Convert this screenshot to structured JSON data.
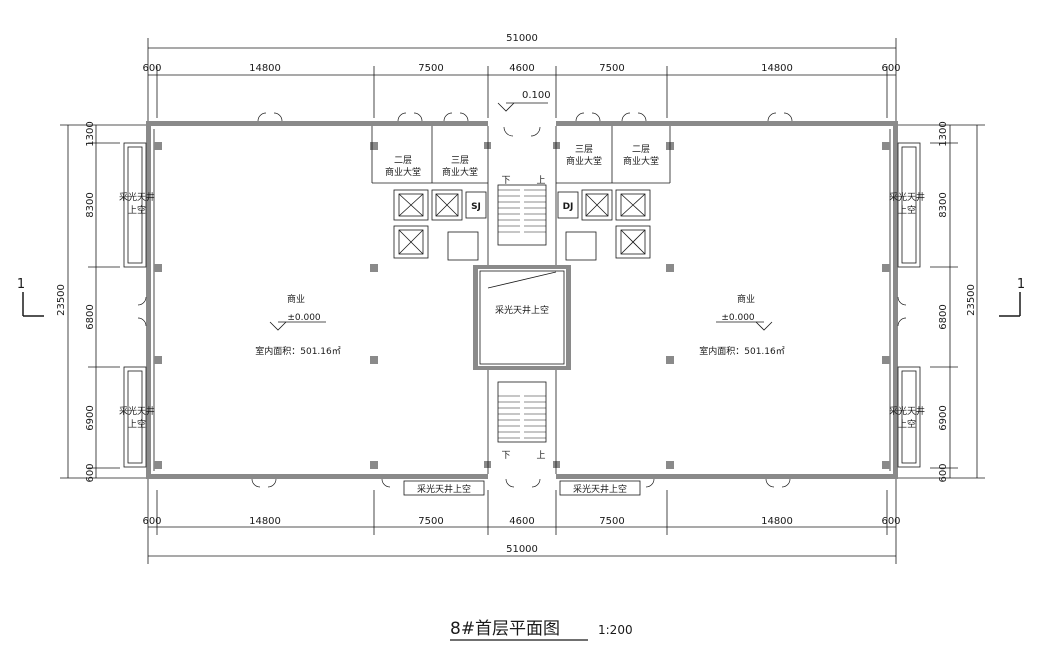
{
  "dims": {
    "total_width": "51000",
    "segments": [
      "600",
      "14800",
      "7500",
      "4600",
      "7500",
      "14800",
      "600"
    ],
    "total_depth": "23500",
    "left_segments": [
      "1300",
      "8300",
      "6800",
      "6900",
      "600"
    ],
    "right_segments": [
      "1300",
      "8300",
      "6800",
      "6900",
      "600"
    ]
  },
  "section_mark": "1",
  "elevation_top": "0.100",
  "rooms": {
    "left_shop": {
      "name": "商业",
      "level": "±0.000",
      "area": "室内面积：501.16㎡"
    },
    "right_shop": {
      "name": "商业",
      "level": "±0.000",
      "area": "室内面积：501.16㎡"
    },
    "atrium_center": "采光天井上空",
    "lobby_l1_a": [
      "二层",
      "商业大堂"
    ],
    "lobby_l1_b": [
      "三层",
      "商业大堂"
    ],
    "lobby_r1_a": [
      "三层",
      "商业大堂"
    ],
    "lobby_r1_b": [
      "二层",
      "商业大堂"
    ],
    "sj": "SJ",
    "dj": "DJ",
    "skylight_left_top": [
      "采光天井",
      "上空"
    ],
    "skylight_left_bottom": [
      "采光天井",
      "上空"
    ],
    "skylight_right_top": [
      "采光天井",
      "上空"
    ],
    "skylight_right_bottom": [
      "采光天井",
      "上空"
    ],
    "skylight_bottom_left": "采光天井上空",
    "skylight_bottom_right": "采光天井上空",
    "stair_down": "下",
    "stair_up": "上"
  },
  "title": {
    "main": "8#首层平面图",
    "scale": "1:200"
  }
}
